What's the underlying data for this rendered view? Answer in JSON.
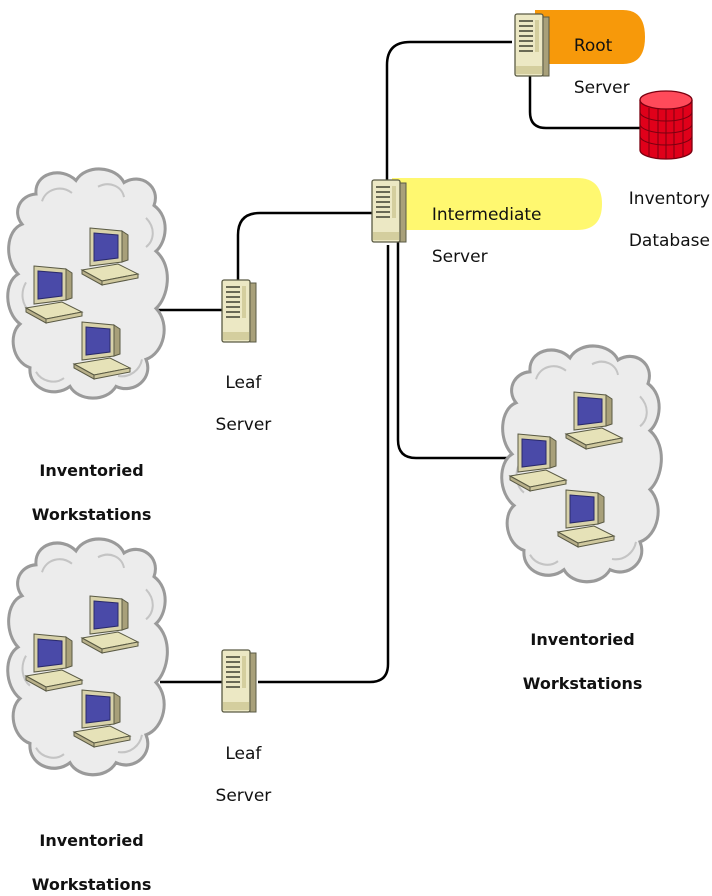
{
  "colors": {
    "root_tag": "#f7990a",
    "intermediate_tag": "#fff870",
    "cloud_fill": "#ececec",
    "cloud_stroke": "#9a9a9a",
    "server_body": "#ece8c4",
    "monitor_screen": "#4a4aa8",
    "database": "#e0001a",
    "line": "#000000"
  },
  "nodes": {
    "root": {
      "line1": "Root",
      "line2": "Server",
      "icon": "server-icon"
    },
    "database": {
      "line1": "Inventory",
      "line2": "Database",
      "icon": "database-icon"
    },
    "intermediate": {
      "line1": "Intermediate",
      "line2": "Server",
      "icon": "server-icon"
    },
    "leaf_top": {
      "line1": "Leaf",
      "line2": "Server",
      "icon": "server-icon"
    },
    "leaf_bottom": {
      "line1": "Leaf",
      "line2": "Server",
      "icon": "server-icon"
    },
    "ws_top_left": {
      "line1": "Inventoried",
      "line2": "Workstations",
      "icon": "workstation-icon"
    },
    "ws_right": {
      "line1": "Inventoried",
      "line2": "Workstations",
      "icon": "workstation-icon"
    },
    "ws_bottom_left": {
      "line1": "Inventoried",
      "line2": "Workstations",
      "icon": "workstation-icon"
    }
  }
}
